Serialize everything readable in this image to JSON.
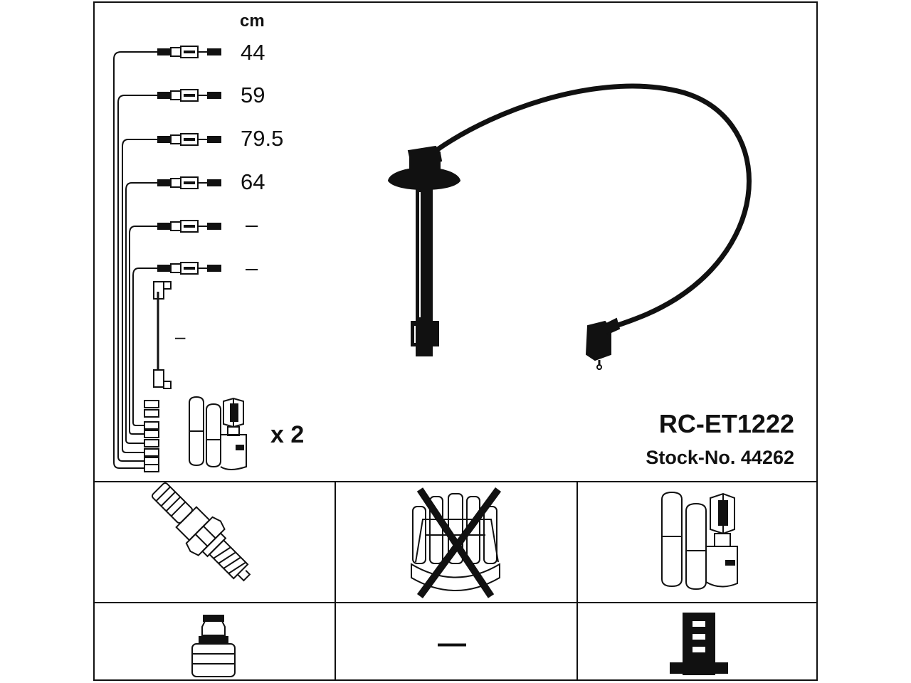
{
  "top_panel": {
    "unit": "cm",
    "cable_lengths": [
      "44",
      "59",
      "79.5",
      "64",
      "–",
      "–"
    ],
    "ignition_lead_length": "–",
    "coil_quantity": "x 2",
    "part_number": "RC-ET1222",
    "stock_number": "Stock-No. 44262"
  },
  "component_grid": {
    "cells": [
      {
        "icon": "spark-plug-icon"
      },
      {
        "icon": "distributor-cap-crossed-icon"
      },
      {
        "icon": "ignition-coil-icon"
      },
      {
        "icon": "plug-connector-icon"
      },
      {
        "label": "—"
      },
      {
        "icon": "coil-connector-icon"
      }
    ]
  }
}
